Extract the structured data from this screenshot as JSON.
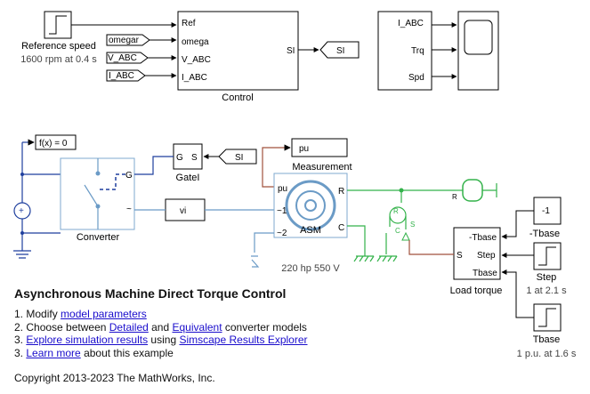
{
  "blocks": {
    "ref_speed": {
      "name": "Reference speed",
      "subtitle": "1600 rpm at 0.4 s"
    },
    "control": {
      "name": "Control",
      "in_ports": [
        "Ref",
        "omega",
        "V_ABC",
        "I_ABC"
      ],
      "out_port": "SI"
    },
    "goto_tags": {
      "omegar": "omegar",
      "v_abc": "V_ABC",
      "i_abc": "I_ABC",
      "si": "SI"
    },
    "scope_mux": {
      "ports": [
        "I_ABC",
        "Trq",
        "Spd"
      ]
    },
    "solver": {
      "label": "f(x) = 0"
    },
    "converter": {
      "name": "Converter",
      "port_g": "G",
      "port_tilde": "~"
    },
    "gatel": {
      "name": "GateI",
      "port_g": "G",
      "port_s": "S",
      "from_tag": "SI"
    },
    "vi": {
      "label": "vi"
    },
    "measurement": {
      "name": "Measurement",
      "port": "pu"
    },
    "asm": {
      "name": "ASM",
      "subtitle": "220 hp 550 V",
      "ports": {
        "pu": "pu",
        "t1": "~1",
        "t2": "~2",
        "r": "R",
        "c": "C"
      }
    },
    "sensor": {
      "ports": {
        "r": "R",
        "c": "C",
        "s": "S"
      }
    },
    "inertia_port": "R",
    "load_torque": {
      "name": "Load torque",
      "ports": {
        "tbase_neg": "-Tbase",
        "step": "Step",
        "tbase": "Tbase",
        "s": "S"
      }
    },
    "neg_tbase": {
      "label": "-1",
      "name": "-Tbase"
    },
    "step": {
      "name": "Step",
      "subtitle": "1 at 2.1 s"
    },
    "tbase": {
      "name": "Tbase",
      "subtitle": "1 p.u. at 1.6 s"
    }
  },
  "description": {
    "title": "Asynchronous Machine Direct Torque Control",
    "lines": [
      {
        "num": "1.",
        "pre": "Modify ",
        "link1": "model parameters",
        "mid": "",
        "link2": "",
        "post": ""
      },
      {
        "num": "2.",
        "pre": "Choose between ",
        "link1": "Detailed",
        "mid": " and ",
        "link2": "Equivalent",
        "post": " converter models"
      },
      {
        "num": "3.",
        "pre": "",
        "link1": "Explore simulation results",
        "mid": " using ",
        "link2": "Simscape Results Explorer",
        "post": ""
      },
      {
        "num": "3.",
        "pre": "",
        "link1": "Learn more",
        "mid": "",
        "link2": "",
        "post": " about this example"
      }
    ],
    "copyright": "Copyright 2013-2023 The MathWorks, Inc."
  },
  "colors": {
    "signal": "#000000",
    "ps_signal": "#1f3f9e",
    "electrical": "#6b9bc6",
    "mechanical": "#33b24a",
    "measurement": "#a0523c",
    "link": "#1a0dcc"
  }
}
